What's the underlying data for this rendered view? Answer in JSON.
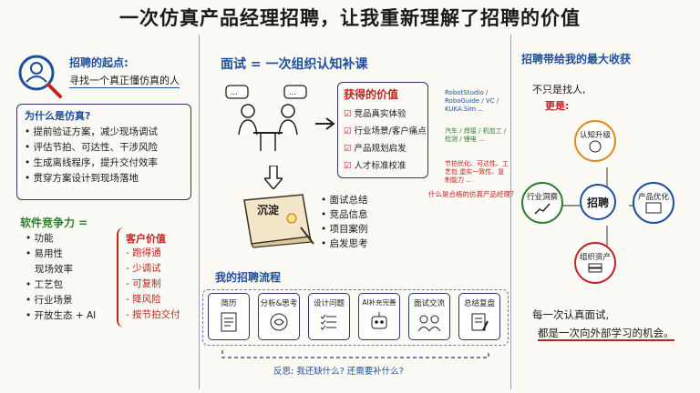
{
  "title": "一次仿真产品经理招聘，让我重新理解了招聘的价值",
  "left": {
    "start_title": "招聘的起点:",
    "start_sub": "寻找一个真正懂仿真的人",
    "why_title": "为什么是仿真?",
    "why_items": [
      "• 提前验证方案，减少现场调试",
      "• 评估节拍、可达性、干涉风险",
      "• 生成离线程序，提升交付效率",
      "• 贯穿方案设计到现场落地"
    ],
    "comp_title": "软件竞争力 =",
    "comp_items": [
      "• 功能",
      "• 易用性",
      "  现场效率",
      "• 工艺包",
      "• 行业场景",
      "• 开放生态 + AI"
    ],
    "value_title": "客户价值",
    "value_items": [
      "- 跑得通",
      "- 少调试",
      "- 可复制",
      "- 降风险",
      "- 按节拍交付"
    ]
  },
  "middle": {
    "header": "面试 = 一次组织认知补课",
    "gain_title": "获得的价值",
    "gain_items": [
      "竞品真实体验",
      "行业场景/客户痛点",
      "产品规划启发",
      "人才标准校准"
    ],
    "notes": [
      "RobotStudio / RoboGuide / VC / KUKA.Sim ...",
      "汽车 / 焊接 / 机加工 / 检测 / 锂电 ...",
      "节拍优化、可达性、工艺包 虚实一致性、复制能力 ..."
    ],
    "question": "什么是合格的仿真产品经理?",
    "deposit_label": "沉淀",
    "deposit_items": [
      "• 面试总结",
      "• 竞品信息",
      "• 项目案例",
      "• 启发思考"
    ],
    "process_title": "我的招聘流程",
    "steps": [
      "简历",
      "分析&思考",
      "设计问题",
      "AI补充完善",
      "面试交流",
      "总结复盘"
    ],
    "reflect": "反思: 我还缺什么? 还需要补什么?"
  },
  "right": {
    "header": "招聘带给我的最大收获",
    "line1": "不只是找人,",
    "line2": "更是:",
    "center": "招聘",
    "nodes": [
      "认知升级",
      "行业洞察",
      "产品优化",
      "组织资产"
    ],
    "closing1": "每一次认真面试,",
    "closing2": "都是一次向外部学习的机会。"
  },
  "colors": {
    "accent_blue": "#1f4e9c",
    "accent_red": "#c2231f",
    "accent_green": "#2e7d32",
    "accent_orange": "#e08a1e"
  }
}
